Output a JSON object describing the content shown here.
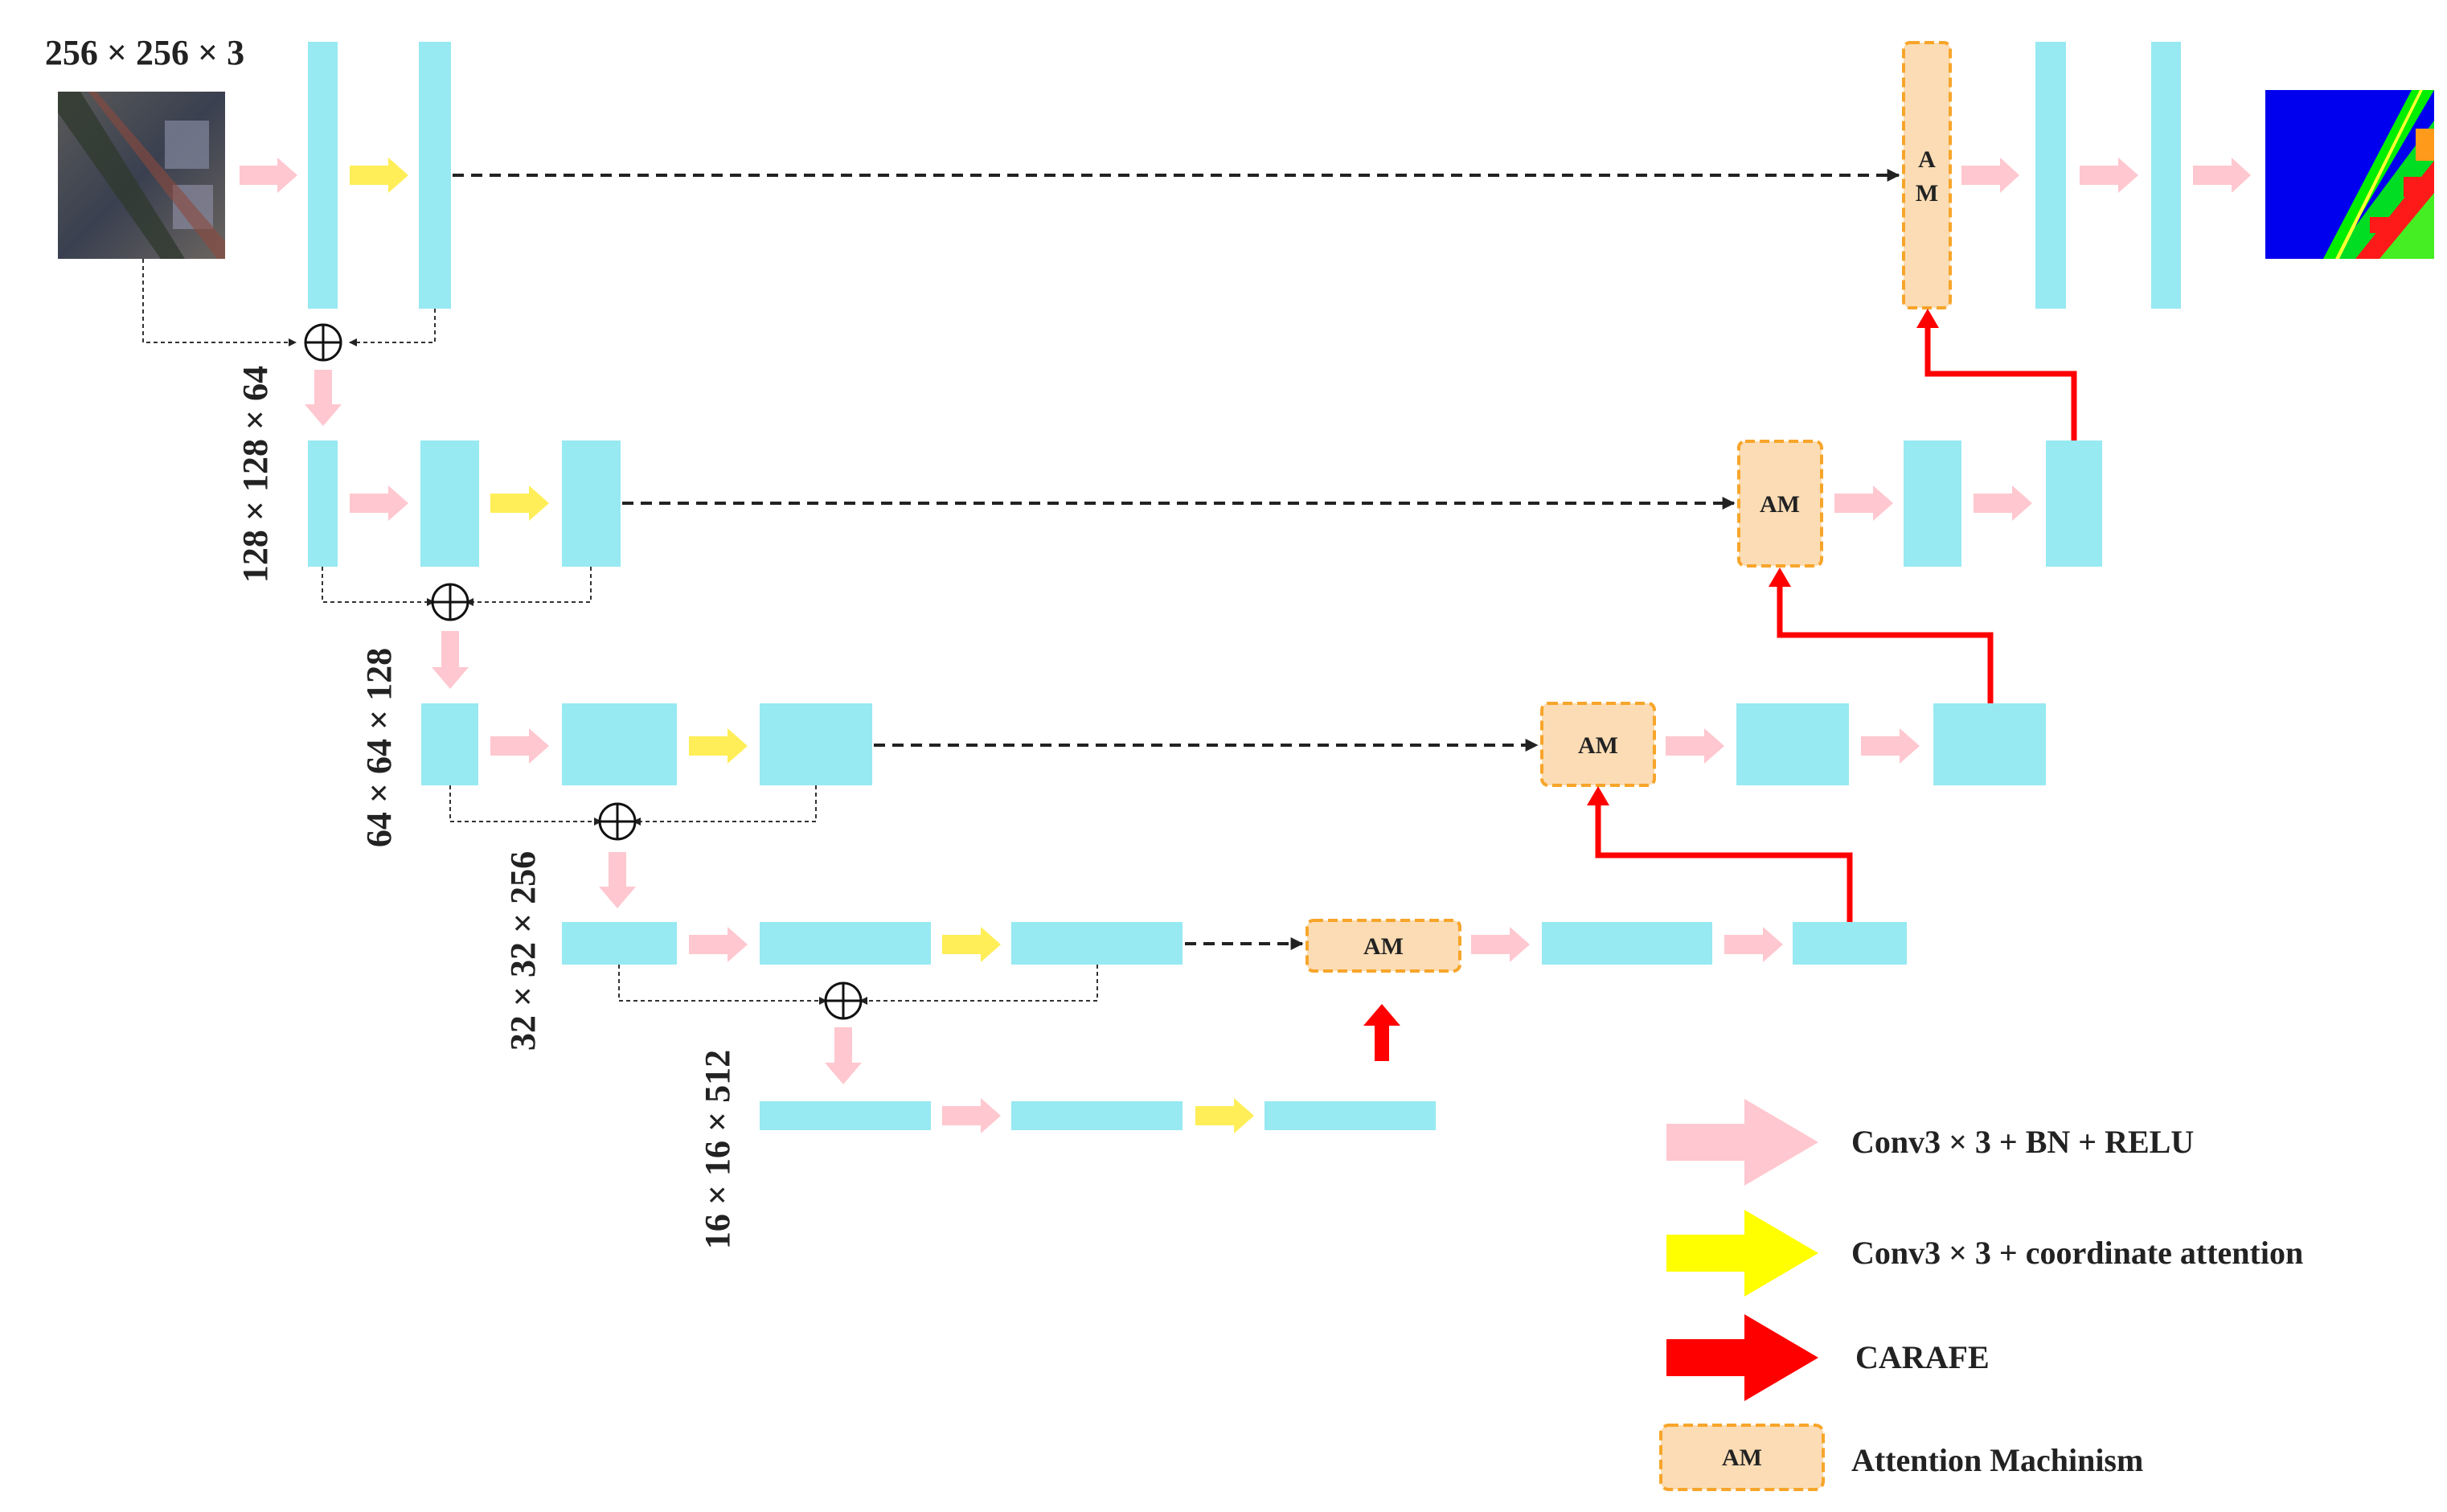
{
  "input_dim": "256 × 256 × 3",
  "level_dims": [
    "128 × 128 × 64",
    "64 × 64 × 128",
    "32 × 32 × 256",
    "16 × 16 × 512"
  ],
  "am_label": "AM",
  "am_stack": [
    "A",
    "M"
  ],
  "legend": {
    "conv_bn_relu": "Conv3 × 3 +  BN + RELU",
    "conv_coord_att": "Conv3 × 3 + coordinate attention",
    "carafe": "CARAFE",
    "attention": "Attention Machinism"
  },
  "colors": {
    "block": "#97e9f2",
    "pink_arrow": "#ffc7cf",
    "yellow_arrow": "#ffee58",
    "carafe_red": "#ff0000",
    "am_fill": "#fbdcb4",
    "am_border": "#f7a52a",
    "dash_line": "#222222"
  }
}
